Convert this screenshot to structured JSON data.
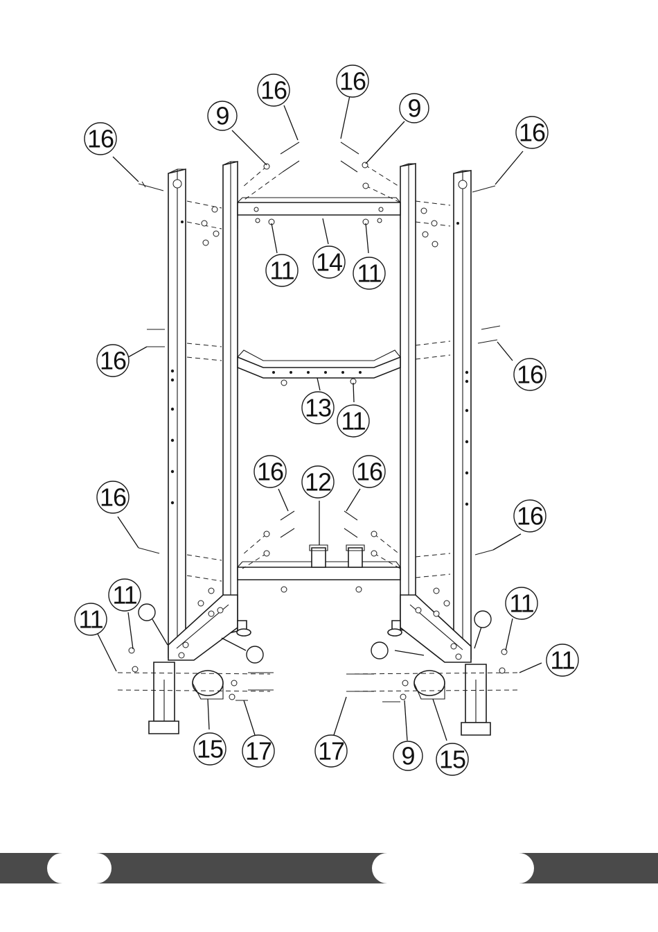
{
  "diagram": {
    "callouts": {
      "c16_top_left": "16",
      "c9_top_left": "9",
      "c16_top_center_left": "16",
      "c16_top_center_right": "16",
      "c9_top_right": "9",
      "c16_top_right": "16",
      "c11_upper_left": "11",
      "c14": "14",
      "c11_upper_right": "11",
      "c16_mid_left": "16",
      "c13": "13",
      "c11_mid": "11",
      "c16_mid_right": "16",
      "c16_low_center_left": "16",
      "c12": "12",
      "c16_low_center_right": "16",
      "c16_low_left": "16",
      "c16_low_right": "16",
      "c11_foot_left_a": "11",
      "c11_foot_left_b": "11",
      "c11_foot_right_a": "11",
      "c11_foot_right_b": "11",
      "c15_left": "15",
      "c17_left": "17",
      "c17_right": "17",
      "c9_bottom_right": "9",
      "c15_right": "15"
    }
  },
  "colors": {
    "footer_bar": "#4a4a4a",
    "line": "#1a1a1a",
    "background": "#ffffff"
  }
}
